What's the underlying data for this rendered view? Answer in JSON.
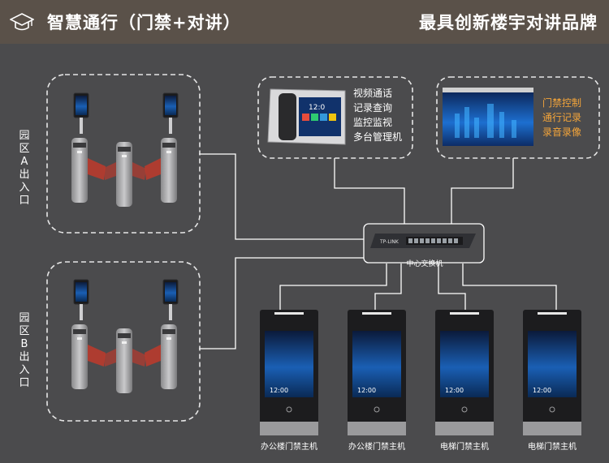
{
  "header": {
    "title": "智慧通行（门禁+对讲）",
    "slogan": "最具创新楼宇对讲品牌",
    "icon": "graduation-cap-icon"
  },
  "zones": [
    {
      "label": "园区A出入口"
    },
    {
      "label": "园区B出入口"
    }
  ],
  "indoor_monitor": {
    "lines": [
      "视频通话",
      "记录查询",
      "监控监视",
      "多台管理机"
    ],
    "screen_time": "12:0"
  },
  "management_pc": {
    "lines": [
      "门禁控制",
      "通行记录",
      "录音录像"
    ]
  },
  "switch": {
    "label": "中心交换机",
    "brand": "TP-LINK"
  },
  "stations": [
    {
      "label": "办公楼门禁主机",
      "time": "12:00"
    },
    {
      "label": "办公楼门禁主机",
      "time": "12:00"
    },
    {
      "label": "电梯门禁主机",
      "time": "12:00"
    },
    {
      "label": "电梯门禁主机",
      "time": "12:00"
    }
  ],
  "colors": {
    "header_bg": "#5a5149",
    "background": "#4b4b4d",
    "line": "#ffffff",
    "accent_orange": "#f4a53a",
    "gate_wing": "#c0392b"
  }
}
